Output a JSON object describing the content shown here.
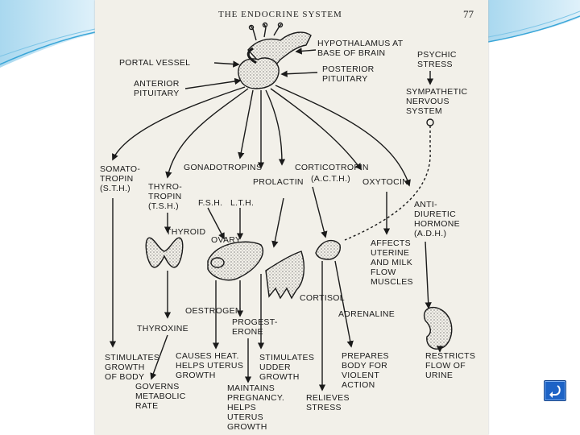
{
  "slide": {
    "accent": "#3aa6d8",
    "button_color": "#1d63c6"
  },
  "figure": {
    "header": "THE ENDOCRINE SYSTEM",
    "page_number": "77",
    "labels": {
      "hypothalamus": "HYPOTHALAMUS AT\nBASE OF BRAIN",
      "psychic_stress": "PSYCHIC\nSTRESS",
      "portal_vessel": "PORTAL VESSEL",
      "posterior_pituitary": "POSTERIOR\nPITUITARY",
      "anterior_pituitary": "ANTERIOR\nPITUITARY",
      "sympathetic": "SYMPATHETIC\nNERVOUS\nSYSTEM",
      "somatotropin": "SOMATO-\nTROPIN\n(S.T.H.)",
      "gonadotropins": "GONADOTROPINS",
      "corticotropin": "CORTICOTROPIN",
      "thyrotropin": "THYRO-\nTROPIN\n(T.S.H.)",
      "prolactin": "PROLACTIN",
      "acth": "(A.C.T.H.)",
      "oxytocin": "OXYTOCIN",
      "fsh": "F.S.H.",
      "lth": "L.T.H.",
      "adh": "ANTI-\nDIURETIC\nHORMONE\n(A.D.H.)",
      "thyroid": "THYROID",
      "ovary": "OVARY",
      "affects_uterine": "AFFECTS\nUTERINE\nAND MILK\nFLOW\nMUSCLES",
      "cortisol": "CORTISOL",
      "oestrogen": "OESTROGEN",
      "adrenaline": "ADRENALINE",
      "thyroxine": "THYROXINE",
      "progesterone": "PROGEST-\nERONE",
      "stimulates_growth": "STIMULATES\nGROWTH\nOF BODY",
      "causes_heat": "CAUSES HEAT.\nHELPS UTERUS\nGROWTH",
      "stimulates_udder": "STIMULATES\nUDDER\nGROWTH",
      "prepares_body": "PREPARES\nBODY FOR\nVIOLENT\nACTION",
      "restricts_flow": "RESTRICTS\nFLOW OF\nURINE",
      "governs_metabolic": "GOVERNS\nMETABOLIC\nRATE",
      "maintains_pregnancy": "MAINTAINS\nPREGNANCY.\nHELPS\nUTERUS\nGROWTH",
      "relieves_stress": "RELIEVES\nSTRESS"
    }
  },
  "nav": {
    "return_icon": "return-arrow-icon"
  }
}
